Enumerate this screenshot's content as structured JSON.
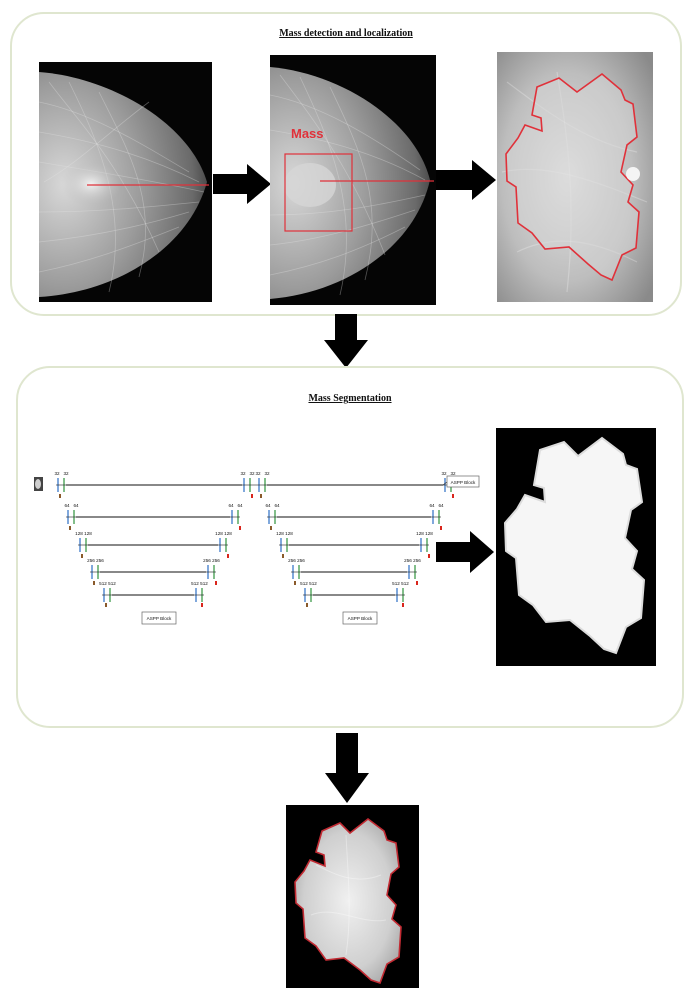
{
  "detection": {
    "title": "Mass detection and localization",
    "mass_label": "Mass"
  },
  "segmentation": {
    "title": "Mass Segmentation",
    "block_label": "ASPP Block",
    "levels": [
      {
        "left": [
          "32",
          "32"
        ],
        "right": [
          "32",
          "32"
        ]
      },
      {
        "left": [
          "64",
          "64"
        ],
        "right": [
          "64",
          "64"
        ]
      },
      {
        "left": [
          "128",
          "128"
        ],
        "right": [
          "128",
          "128"
        ]
      },
      {
        "left": [
          "256",
          "256"
        ],
        "right": [
          "256",
          "256"
        ]
      },
      {
        "left": [
          "512",
          "512"
        ],
        "right": [
          "512",
          "512"
        ]
      }
    ],
    "colors": {
      "bar_blue": "#3b78c9",
      "bar_green": "#3e9a4c",
      "up_red": "#d9261c",
      "down_brown": "#8a5a2b"
    }
  },
  "colors": {
    "panel_border": "#dfe6cf",
    "contour_red": "#e0313a",
    "arrow": "#000000"
  }
}
